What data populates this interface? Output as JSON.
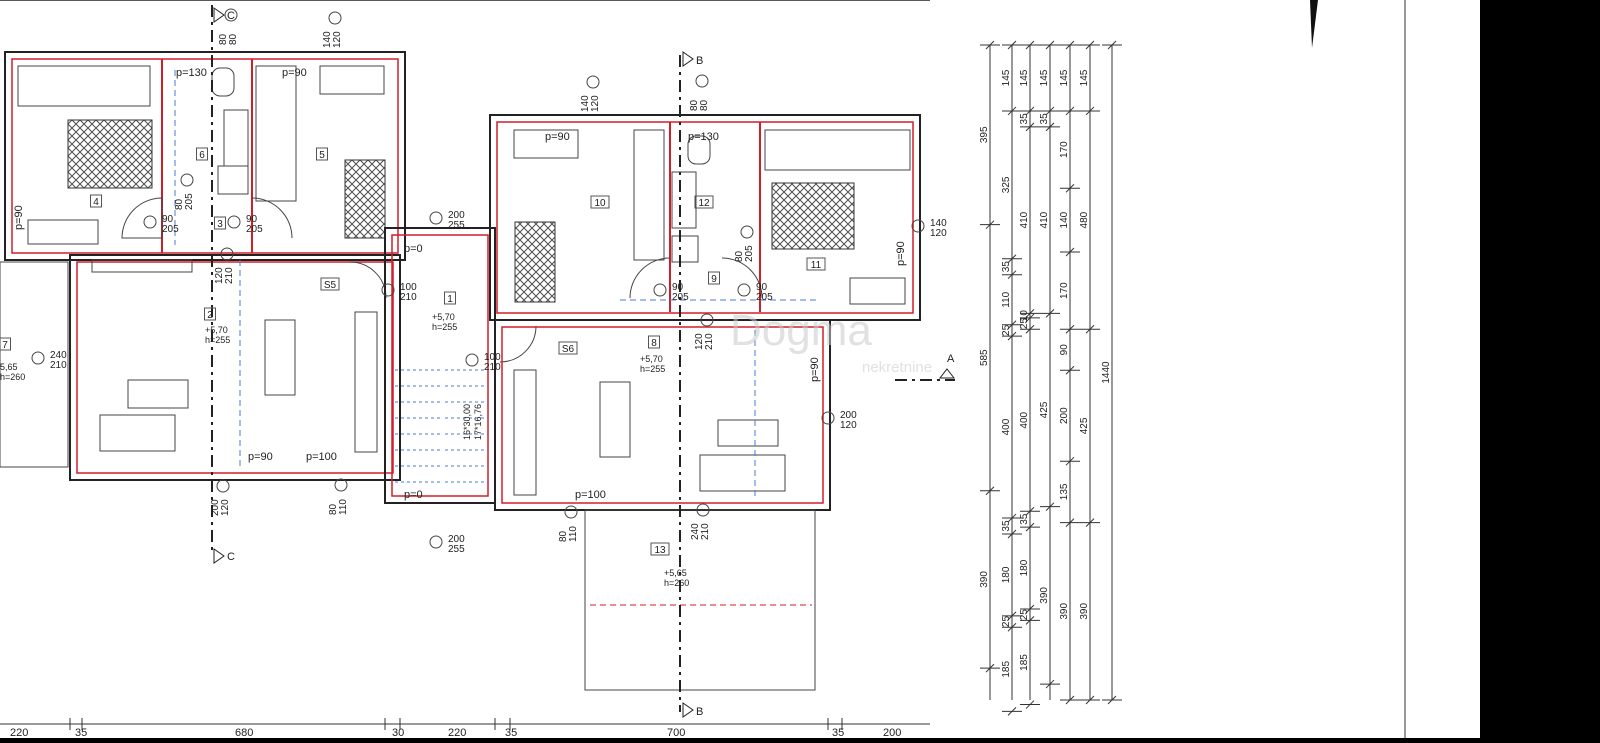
{
  "colors": {
    "paper": "#ffffff",
    "ink": "#222222",
    "wall": "#d11f2a",
    "guide": "#4b7bd6",
    "margin": "#000000"
  },
  "section_markers": {
    "c": "C",
    "b": "B",
    "a": "A"
  },
  "rooms": [
    {
      "num": "4"
    },
    {
      "num": "6"
    },
    {
      "num": "5"
    },
    {
      "num": "3"
    },
    {
      "num": "2"
    },
    {
      "num": "1"
    },
    {
      "num": "S5"
    },
    {
      "num": "10"
    },
    {
      "num": "12"
    },
    {
      "num": "9"
    },
    {
      "num": "11"
    },
    {
      "num": "8"
    },
    {
      "num": "S6"
    },
    {
      "num": "13"
    },
    {
      "num": "7"
    }
  ],
  "heights": [
    {
      "level": "+5,70",
      "h": "h=255"
    },
    {
      "level": "+5,70",
      "h": "h=255"
    },
    {
      "level": "+5,70",
      "h": "h=255"
    },
    {
      "level": "+5,65",
      "h": "h=260"
    },
    {
      "level": "5,65",
      "h": "h=260"
    }
  ],
  "parapets": [
    "p=130",
    "p=90",
    "p=90",
    "p=90",
    "p=100",
    "p=0",
    "p=0",
    "p=90",
    "p=130",
    "p=90",
    "p=90",
    "p=100"
  ],
  "openings": [
    [
      "80",
      "80"
    ],
    [
      "140",
      "120"
    ],
    [
      "90",
      "205"
    ],
    [
      "90",
      "205"
    ],
    [
      "80",
      "205"
    ],
    [
      "120",
      "210"
    ],
    [
      "100",
      "210"
    ],
    [
      "200",
      "255"
    ],
    [
      "140",
      "120"
    ],
    [
      "80",
      "80"
    ],
    [
      "90",
      "205"
    ],
    [
      "90",
      "205"
    ],
    [
      "80",
      "205"
    ],
    [
      "140",
      "120"
    ],
    [
      "100",
      "210"
    ],
    [
      "120",
      "210"
    ],
    [
      "200",
      "120"
    ],
    [
      "240",
      "210"
    ],
    [
      "200",
      "120"
    ],
    [
      "80",
      "110"
    ],
    [
      "200",
      "255"
    ],
    [
      "80",
      "110"
    ],
    [
      "240",
      "210"
    ]
  ],
  "stairs": [
    "16*30,00",
    "17*16,76"
  ],
  "watermark": {
    "brand": "Dogma",
    "sub": "nekretnine"
  },
  "dims_right": {
    "c1": [
      "395",
      "585",
      "390"
    ],
    "c2": [
      "145",
      "325",
      "35",
      "110",
      "25",
      "400",
      "35",
      "180",
      "25",
      "185"
    ],
    "c3": [
      "145",
      "35",
      "410",
      "10",
      "25",
      "400",
      "35",
      "180",
      "25",
      "185"
    ],
    "c4": [
      "145",
      "35",
      "410",
      "425",
      "390"
    ],
    "c5": [
      "145",
      "170",
      "140",
      "170",
      "90",
      "200",
      "135",
      "390"
    ],
    "c6": [
      "145",
      "480",
      "425",
      "390"
    ],
    "c7": [
      "1440"
    ]
  },
  "dims_bottom": [
    "220",
    "35",
    "680",
    "30",
    "220",
    "35",
    "700",
    "35",
    "200"
  ]
}
